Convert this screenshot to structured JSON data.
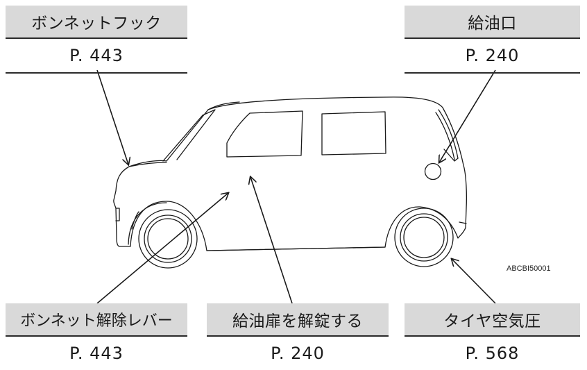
{
  "callouts": {
    "hood_hook": {
      "label": "ボンネットフック",
      "page": "P. 443"
    },
    "fuel_inlet": {
      "label": "給油口",
      "page": "P. 240"
    },
    "hood_release": {
      "label": "ボンネット解除レバー",
      "page": "P. 443"
    },
    "fuel_door_unlock": {
      "label": "給油扉を解錠する",
      "page": "P. 240"
    },
    "tire_pressure": {
      "label": "タイヤ空気圧",
      "page": "P. 568"
    }
  },
  "figure_code": "ABCBI50001",
  "colors": {
    "label_bg": "#d9d9d9",
    "line": "#2a2a2a"
  }
}
